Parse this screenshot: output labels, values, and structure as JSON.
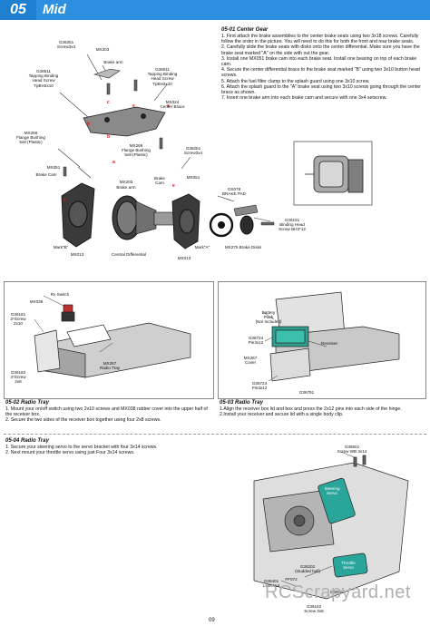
{
  "header": {
    "number": "05",
    "title": "Mid"
  },
  "center_gear": {
    "title": "05-01  Center Gear",
    "steps": "1. First attach the brake assemblies to the center brake seats using two 3x18 screws.  Carefully follow the order in the picture.  You will need to do this for both the front and rear brake seats.\n2. Carefully slide the brake seats with disks onto the center differential.  Make sure you have the brake seat marked \"A\" on the side with out the gear.\n3. Install one MX051 brake cam into each brake seat.  Install one bearing on top of each brake cam.\n4. Secure the center differential brace to the brake seat marked \"B\" using two 3x10 button head screws.\n5. Attach the fuel filter clamp to the splash guard using one 3x10 screw.\n6. Attach the splash guard to the \"A\" brake seat using two 3x10 screws going through the center brace as shown.\n7. Insert one brake arm into each brake cam and secure with one 3x4 setscrew.",
    "labels": {
      "g36251_top": "G36251\nScrew3x4",
      "mx203_top": "MX203",
      "brake_arm_top": "Brake arm",
      "g36511_left": "G36511\nTapping Binding\nHead Screw\nTpBH3x10",
      "g36511_right": "G36511\nTapping Binding\nHead Screw\nTpBH3x10",
      "mx024": "MX024\nCenter Brace",
      "mx266_left": "MX266\nFlange Bushing\n5x8 (Plastic)",
      "mx266_mid": "MX266\nFlange Bushing\n5x8 (Plastic)",
      "g36251_right": "G36251\nScrew3x4",
      "mx051_left": "MX051",
      "brake_cam_left": "Brake Cam",
      "mx203_mid": "MX203",
      "brake_arm_mid": "Brake arm",
      "brake_cam_right": "Brake\nCam",
      "mx051_right": "MX051",
      "gs078": "GS078\nBRAKE PAD",
      "g36151": "G36151\nBinding Head\nScrew BH3*12",
      "mark_b": "Mark\"B\"",
      "mark_a": "Mark\"A\"",
      "mx275": "MX275 Brake Disks",
      "central_diff": "Central Differential",
      "mx013_left": "MX013",
      "mx013_right": "MX013",
      "marker_b": "b",
      "marker_c": "c",
      "marker_e": "e",
      "marker_a": "a"
    }
  },
  "radio_tray": {
    "title": "05-02  Radio Tray",
    "steps": "1. Mount your on/off switch using two 2x10 screws and MX038 rubber cover into the upper half of the receiver box.\n2. Secure the two sides of the receiver box together using four 2x8 screws.",
    "labels": {
      "rx_switch": "Rx Switch",
      "mx038": "MX038",
      "g36181": "G36181\n2*Screw\n2x10",
      "mx267": "MX267\nRadio Tray",
      "g36182": "G36182\n4*Screw\n2x8"
    }
  },
  "radio_tray_2": {
    "title": "05-03  Radio Tray",
    "steps": "1.Align the receiver box lid and box and press the 2x12 pins into each side of the hinge.\n2.Install your receiver and secure lid with a single body clip.",
    "labels": {
      "battery_pack": "Battery\nPack\n(Not Included)",
      "g36724_top": "G36724\nPin3x12",
      "receiver": "Receiver",
      "mx267_cover": "MX267\nCover",
      "g36724_bottom": "G36724\nPin3x12",
      "g36791": "G36791"
    }
  },
  "servo_section": {
    "title": "05-04  Radio Tray",
    "steps": "1. Secure your steering servo to the servo bracket with four 3x14 screws.\n2. Next mount your throttle servo using just Four 3x14 screws.",
    "labels": {
      "g36501": "G36501\nScrew WB 3x14",
      "steering_servo": "Steering\nServo",
      "throttle_servo": "Throttle\nServo",
      "g36202": "G36202\n(studded ball)",
      "ff072": "FF072",
      "g36401": "G36401\nLock Nut",
      "g36152": "G36152\nScrew 3x8",
      "g36503": "G36503"
    }
  },
  "footer": {
    "page": "09",
    "watermark": "RCScrapyard.net"
  },
  "colors": {
    "header_blue": "#2d8fe0",
    "header_dark": "#1f7fd0",
    "servo_teal": "#2aa59a",
    "marker_red": "#d21f1f",
    "receiver_green": "#2f9e8f"
  }
}
